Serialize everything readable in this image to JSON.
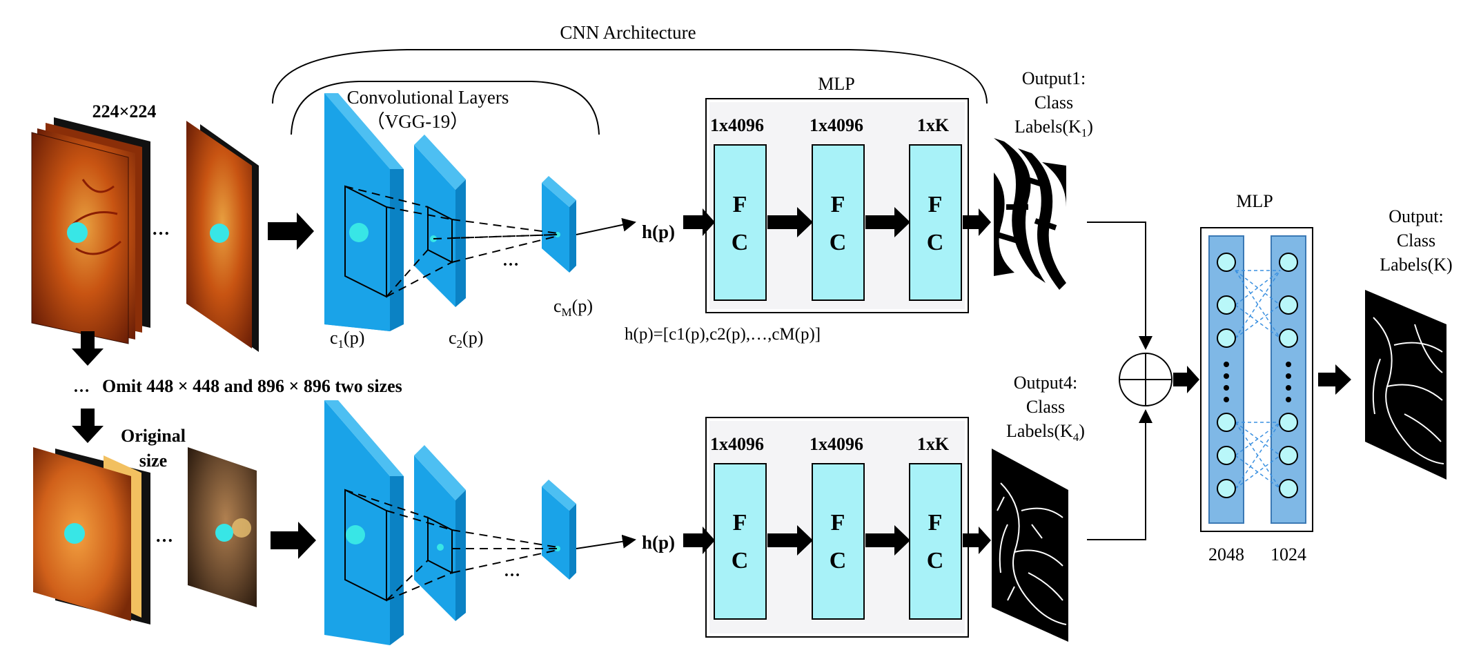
{
  "title": "CNN Architecture",
  "conv_block": {
    "label_line1": "Convolutional Layers",
    "label_line2": "（VGG-19）"
  },
  "inputs": {
    "size_label_top": "224×224",
    "size_label_bottom_line1": "Original",
    "size_label_bottom_line2": "size",
    "ellipsis": "…",
    "omit_note": "Omit 448 × 448 and 896 × 896 two sizes"
  },
  "feature_labels": {
    "c1": "c",
    "c1_sub": "1",
    "c1_tail": "(p)",
    "c2": "c",
    "c2_sub": "2",
    "c2_tail": "(p)",
    "cM": "c",
    "cM_sub": "M",
    "cM_tail": "(p)",
    "formula": "h(p)=[c1(p),c2(p),…,cM(p)]"
  },
  "h_label": "h(p)",
  "mlp1": {
    "label": "MLP",
    "layers": [
      {
        "size": "1x4096",
        "letters": [
          "F",
          "C"
        ]
      },
      {
        "size": "1x4096",
        "letters": [
          "F",
          "C"
        ]
      },
      {
        "size": "1xK",
        "letters": [
          "F",
          "C"
        ]
      }
    ]
  },
  "outputs": {
    "out1": [
      "Output1:",
      "Class",
      "Labels(K",
      "1",
      ")"
    ],
    "out4": [
      "Output4:",
      "Class",
      "Labels(K",
      "4",
      ")"
    ],
    "final": [
      "Output:",
      "Class",
      "Labels(K)"
    ]
  },
  "mlp2": {
    "label": "MLP",
    "col1": "2048",
    "col2": "1024"
  },
  "colors": {
    "cnn_blue": "#1aa3e8",
    "cnn_blue_dark": "#0c86c8",
    "fc_fill": "#a8f2f8",
    "mlp_col_fill": "#7fb8e6",
    "node_fill": "#b9f7f9",
    "fundus_orange": "#c85412",
    "dot_cyan": "#38e6e6"
  }
}
